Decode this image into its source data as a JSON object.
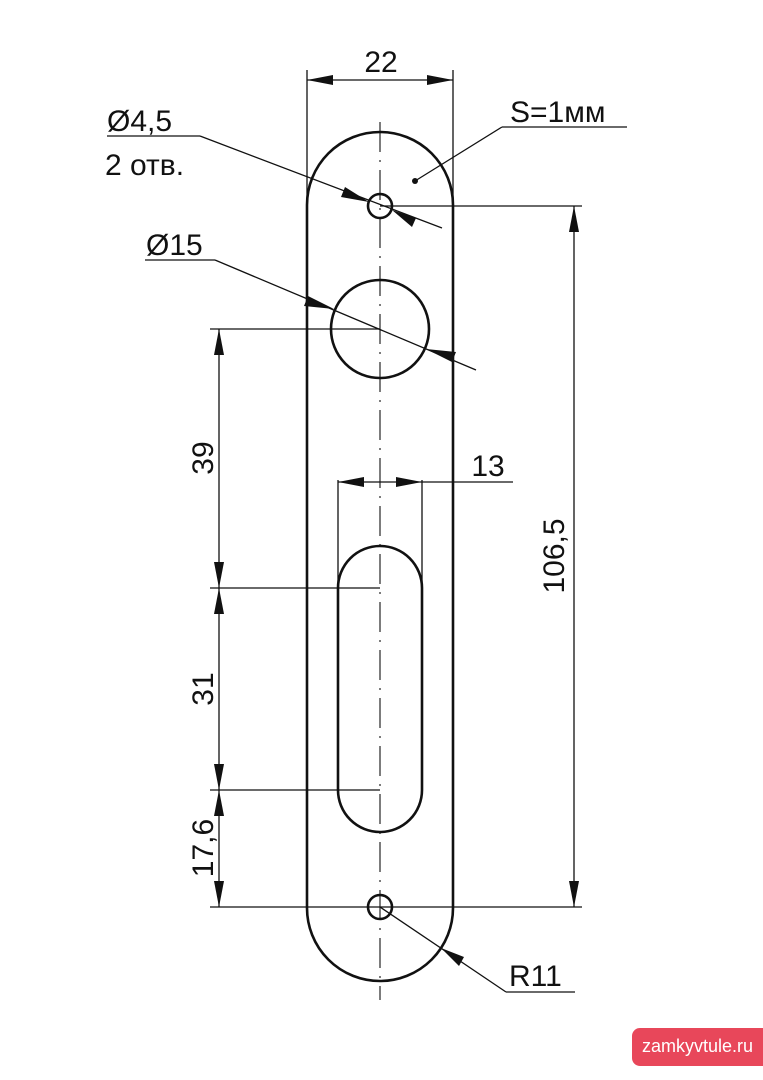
{
  "dimensions": {
    "width": "22",
    "hole_small": "Ø4,5",
    "hole_small_count": "2 отв.",
    "thickness": "S=1мм",
    "hole_large": "Ø15",
    "slot_width": "13",
    "dim_39": "39",
    "dim_31": "31",
    "dim_17_6": "17,6",
    "dim_106_5": "106,5",
    "radius": "R11"
  },
  "watermark": "zamkyvtule.ru"
}
